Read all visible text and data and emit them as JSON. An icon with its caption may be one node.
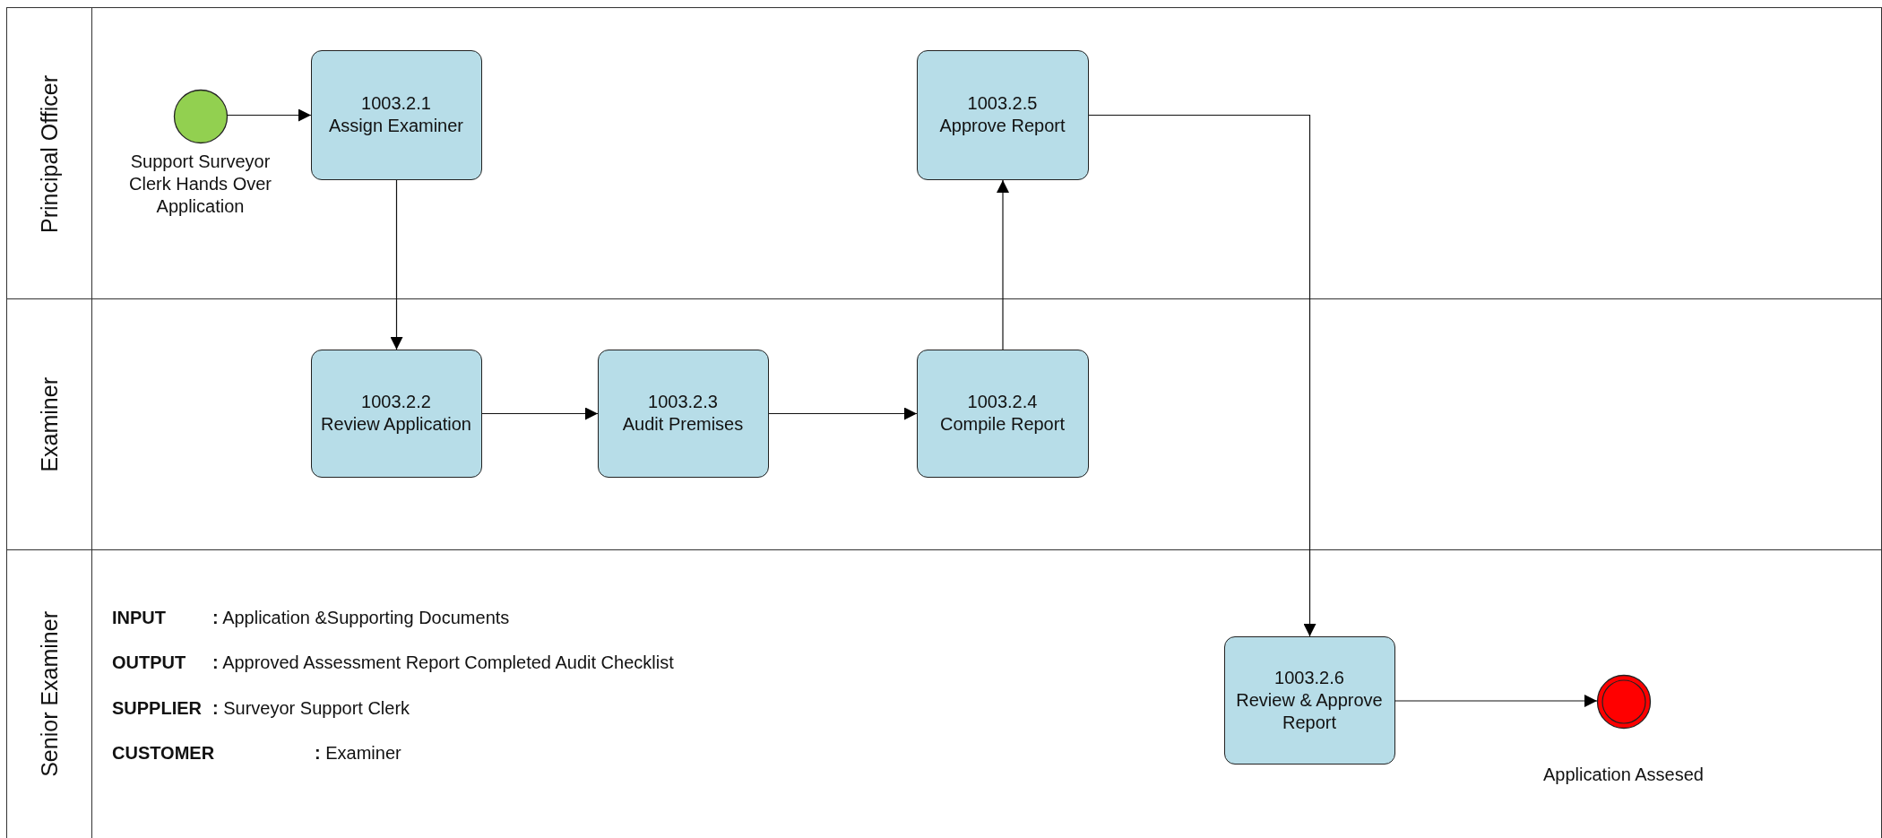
{
  "diagram": {
    "nodes": [
      {
        "text": [
          "Principal Officer"
        ]
      },
      {
        "text": [
          "Support Surveyor Clerk Hands Over Application"
        ],
        "in": 0
      },
      {
        "text": [
          "1003.2.1",
          "Assign Examiner"
        ],
        "in": 0
      },
      {
        "text": [
          "1003.2.5",
          "Approve Report"
        ],
        "in": 0
      },
      {
        "text": [
          "Examiner"
        ]
      },
      {
        "text": [
          "1003.2.2",
          "Review Application"
        ],
        "in": 4
      },
      {
        "text": [
          "1003.2.3",
          "Audit Premises"
        ],
        "in": 4
      },
      {
        "text": [
          "1003.2.4",
          "Compile Report"
        ],
        "in": 4
      },
      {
        "text": [
          "Senior Examiner"
        ]
      },
      {
        "text": [
          "1003.2.6",
          "Review & Approve Report"
        ],
        "in": 8
      },
      {
        "text": [
          "Application Assesed"
        ],
        "in": 8
      }
    ],
    "edges": [
      {
        "from": 1,
        "to": 2,
        "arrow": "to"
      },
      {
        "from": 2,
        "to": 5,
        "arrow": "to"
      },
      {
        "from": 5,
        "to": 6,
        "arrow": "to"
      },
      {
        "from": 6,
        "to": 7,
        "arrow": "to"
      },
      {
        "from": 7,
        "to": 3,
        "arrow": "to"
      },
      {
        "from": 3,
        "to": 9,
        "arrow": "to"
      },
      {
        "from": 9,
        "to": 10,
        "arrow": "to"
      }
    ],
    "labels": [
      "INPUT",
      "**:** Application &Supporting Documents",
      "OUTPUT",
      "**:** Approved Assessment Report Completed Audit Checklist",
      "SUPPLIER",
      "**:** Surveyor Support Clerk",
      "CUSTOMER",
      "**:** Examiner"
    ]
  }
}
